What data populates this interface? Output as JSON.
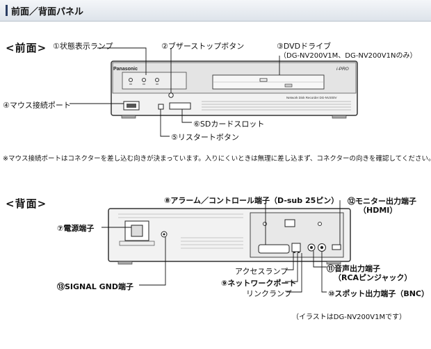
{
  "header": {
    "title": "前面／背面パネル"
  },
  "front": {
    "section_label": "<前面>",
    "labels": {
      "status_lamp": "①状態表示ランプ",
      "buzzer_stop": "②ブザーストップボタン",
      "dvd_drive": "③DVDドライブ",
      "dvd_models": "（DG-NV200V1M、DG-NV200V1Nのみ）",
      "mouse_port": "④マウス接続ポート",
      "restart_button": "⑤リスタートボタン",
      "sd_slot": "⑥SDカードスロット"
    },
    "device_text": {
      "brand": "Panasonic",
      "logo": "i-PRO",
      "model": "Network Disk Recorder DG-NV200V"
    }
  },
  "note": "※マウス接続ポートはコネクターを差し込む向きが決まっています。入りにくいときは無理に差し込まず、コネクターの向きを確認してください。",
  "rear": {
    "section_label": "<背面>",
    "labels": {
      "power": "⑦電源端子",
      "alarm_line1": "⑧アラーム／コントロール端子（D-sub 25ピン）",
      "network_port": "⑨ネットワークポート",
      "spot_out": "⑩スポット出力端子（BNC）",
      "audio_out_line1": "⑪音声出力端子",
      "audio_out_line2": "（RCAピンジャック）",
      "monitor_out_line1": "⑫モニター出力端子",
      "monitor_out_line2": "（HDMI）",
      "signal_gnd": "⑬SIGNAL GND端子",
      "access_lamp": "アクセスランプ",
      "link_lamp": "リンクランプ"
    }
  },
  "caption": "（イラストはDG-NV200V1Mです）"
}
